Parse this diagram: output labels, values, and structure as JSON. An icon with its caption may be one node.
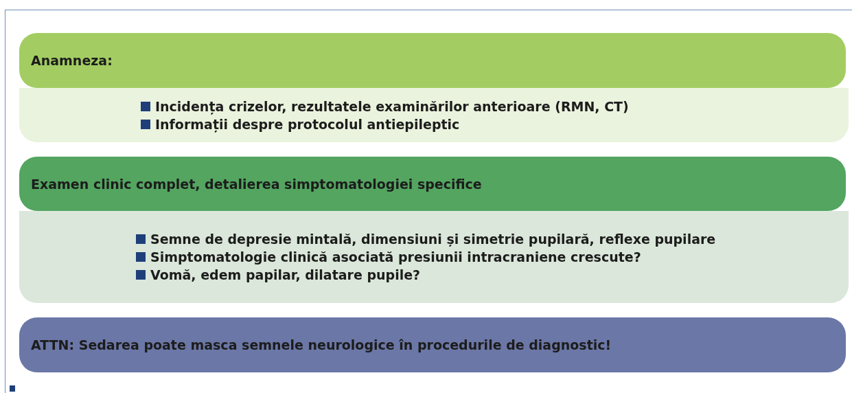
{
  "diagram": {
    "nodes": [
      {
        "text": [
          "Anamneza:"
        ]
      },
      {
        "text": [
          "Incidența crizelor, rezultatele examinărilor anterioare (RMN, CT)",
          "Informații despre protocolul antiepileptic"
        ]
      },
      {
        "text": [
          "Examen clinic complet, detalierea simptomatologiei specifice"
        ]
      },
      {
        "text": [
          "Semne de depresie mintală, dimensiuni și simetrie pupilară, reflexe pupilare",
          "Simptomatologie clinică asociată presiunii intracraniene crescute?",
          "Vomă, edem papilar, dilatare pupile?"
        ]
      },
      {
        "text": [
          "ATTN: Sedarea poate masca semnele neurologice în procedurile de diagnostic!"
        ]
      }
    ]
  }
}
